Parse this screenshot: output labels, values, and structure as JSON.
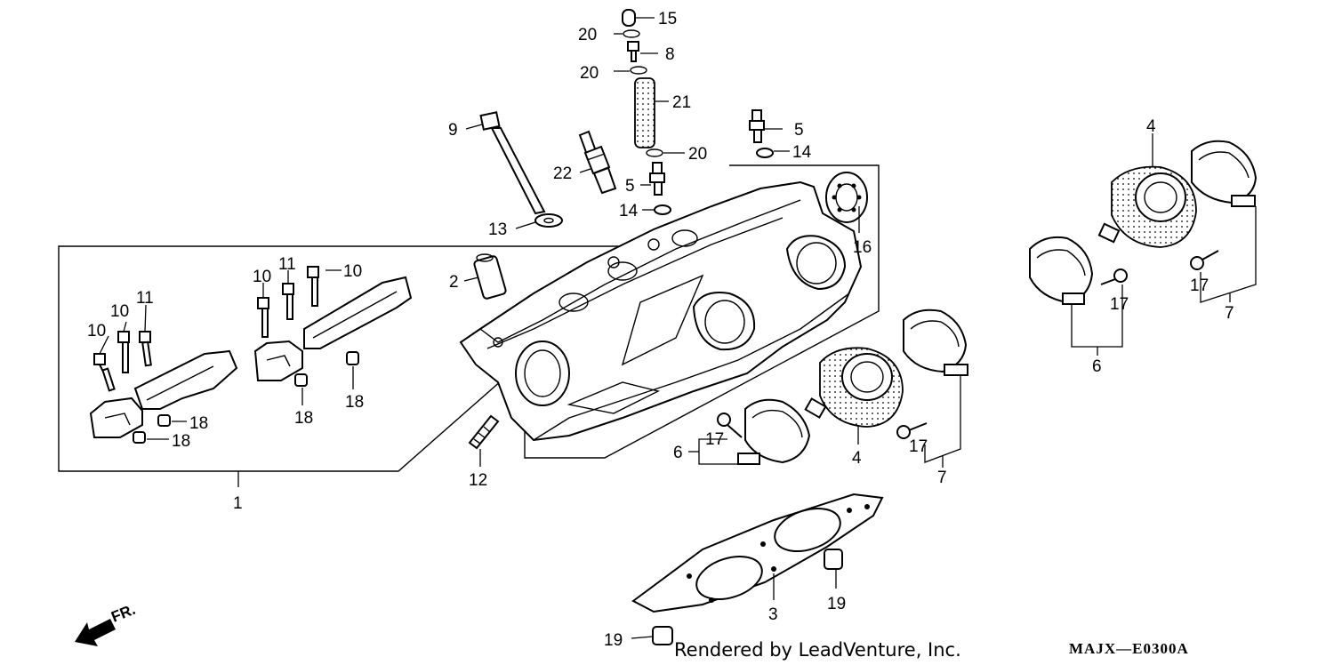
{
  "diagram": {
    "callouts": {
      "c1": "1",
      "c2": "2",
      "c3": "3",
      "c4a": "4",
      "c4b": "4",
      "c5a": "5",
      "c5b": "5",
      "c6a": "6",
      "c6b": "6",
      "c7a": "7",
      "c7b": "7",
      "c8": "8",
      "c9": "9",
      "c10a": "10",
      "c10b": "10",
      "c10c": "10",
      "c10d": "10",
      "c11a": "11",
      "c11b": "11",
      "c12": "12",
      "c13": "13",
      "c14a": "14",
      "c14b": "14",
      "c15": "15",
      "c16": "16",
      "c17a": "17",
      "c17b": "17",
      "c17c": "17",
      "c17d": "17",
      "c18a": "18",
      "c18b": "18",
      "c18c": "18",
      "c18d": "18",
      "c19a": "19",
      "c19b": "19",
      "c20a": "20",
      "c20b": "20",
      "c20c": "20",
      "c21": "21",
      "c22": "22"
    },
    "direction_label": "FR.",
    "credit": "Rendered by LeadVenture, Inc.",
    "diagram_code": "MAJX—E0300A"
  }
}
